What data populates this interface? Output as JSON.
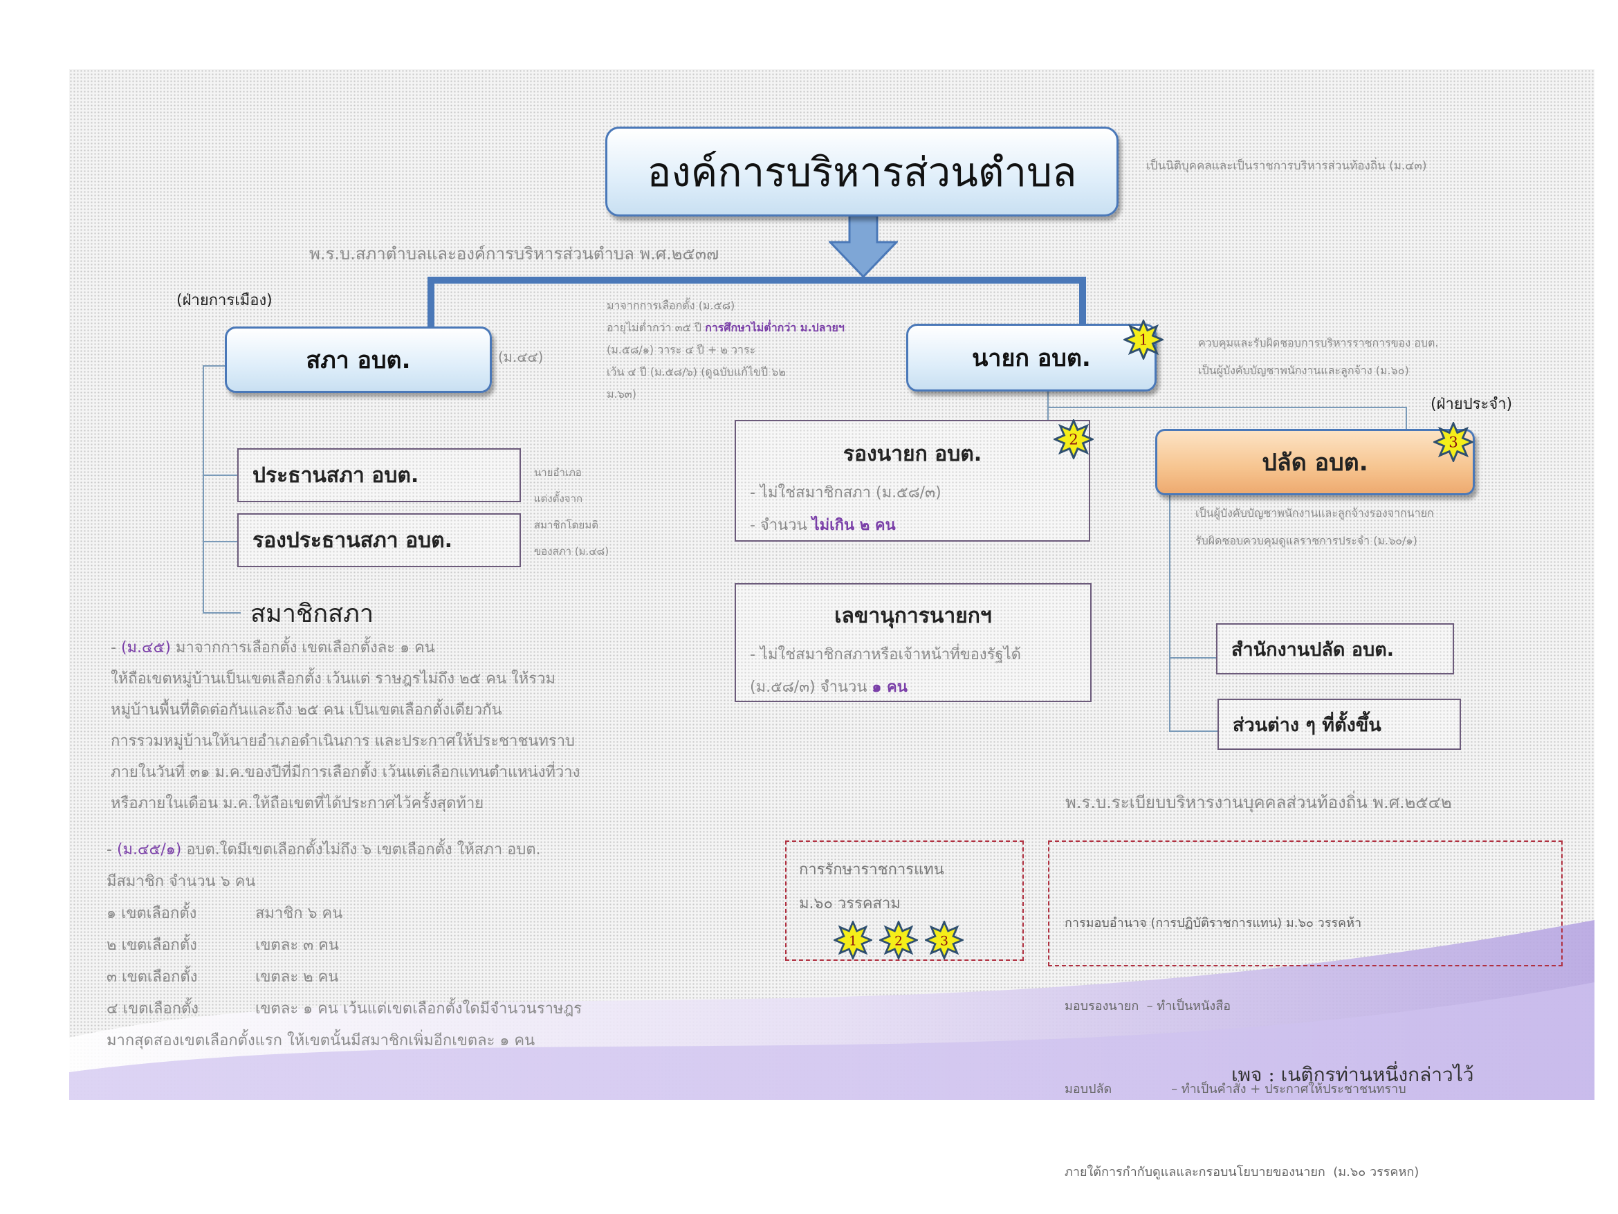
{
  "title": "องค์การบริหารส่วนตำบล",
  "title_note": "เป็นนิติบุคคลและเป็นราชการบริหารส่วนท้องถิ่น (ม.๔๓)",
  "act_1": "พ.ร.บ.สภาตำบลและองค์การบริหารส่วนตำบล  พ.ศ.๒๕๓๗",
  "political_label": "(ฝ่ายการเมือง)",
  "permanent_label": "(ฝ่ายประจำ)",
  "council": {
    "label": "สภา อบต.",
    "section": "(ม.๔๔)"
  },
  "chairman": "ประธานสภา  อบต.",
  "vice_chairman": "รองประธานสภา  อบต.",
  "chairman_note": [
    "นายอำเภอ",
    "แต่งตั้งจาก",
    "สมาชิกโดยมติ",
    "ของสภา (ม.๔๘)"
  ],
  "members": "สมาชิกสภา",
  "mayor": {
    "label": "นายก อบต.",
    "badge": "1",
    "notes_left": [
      "มาจากการเลือกตั้ง (ม.๕๘)",
      "อายุไม่ต่ำกว่า ๓๕ ปี ",
      "การศึกษาไม่ต่ำกว่า ม.ปลายฯ",
      " (ม.๕๘/๑) วาระ ๔ ปี + ๒ วาระ",
      "เว้น ๔ ปี (ม.๕๘/๖) (ดูฉบับแก้ไขปี ๖๒",
      "ม.๖๓)"
    ],
    "notes_right": [
      "ควบคุมและรับผิดชอบการบริหารราชการของ อบต.",
      "เป็นผู้บังคับบัญชาพนักงานและลูกจ้าง (ม.๖๐)"
    ]
  },
  "deputy": {
    "label": "รองนายก อบต.",
    "badge": "2",
    "line1": "- ไม่ใช่สมาชิกสภา (ม.๕๘/๓)",
    "line2_prefix": "- จำนวน ",
    "line2_highlight": "ไม่เกิน ๒ คน"
  },
  "secretary": {
    "label": "เลขานุการนายกฯ",
    "line1": "- ไม่ใช่สมาชิกสภาหรือเจ้าหน้าที่ของรัฐได้",
    "line2_prefix": "(ม.๕๘/๓) จำนวน  ",
    "line2_highlight": "๑ คน"
  },
  "clerk": {
    "label": "ปลัด อบต.",
    "badge": "3",
    "notes": [
      "เป็นผู้บังคับบัญชาพนักงานและลูกจ้างรองจากนายก",
      "รับผิดชอบควบคุมดูแลราชการประจำ (ม.๖๐/๑)"
    ]
  },
  "clerk_office": "สำนักงานปลัด  อบต.",
  "divisions": "ส่วนต่าง ๆ ที่ตั้งขึ้น",
  "act_2": "พ.ร.บ.ระเบียบบริหารงานบุคคลส่วนท้องถิ่น  พ.ศ.๒๕๔๒",
  "members_para1": {
    "highlight": "(ม.๔๕)",
    "lines": [
      " มาจากการเลือกตั้ง เขตเลือกตั้งละ ๑ คน",
      "ให้ถือเขตหมู่บ้านเป็นเขตเลือกตั้ง เว้นแต่ ราษฎรไม่ถึง ๒๕ คน ให้รวม",
      "หมู่บ้านพื้นที่ติดต่อกันและถึง ๒๕ คน เป็นเขตเลือกตั้งเดียวกัน",
      "การรวมหมู่บ้านให้นายอำเภอดำเนินการ และประกาศให้ประชาชนทราบ",
      "ภายในวันที่ ๓๑ ม.ค.ของปีที่มีการเลือกตั้ง เว้นแต่เลือกแทนตำแหน่งที่ว่าง",
      "หรือภายในเดือน ม.ค.ให้ถือเขตที่ได้ประกาศไว้ครั้งสุดท้าย"
    ]
  },
  "members_para2": {
    "highlight": "(ม.๔๕/๑)",
    "first": " อบต.ใดมีเขตเลือกตั้งไม่ถึง ๖ เขตเลือกตั้ง ให้สภา อบต.",
    "second": "มีสมาชิก จำนวน ๖ คน",
    "rows": [
      {
        "k": "๑ เขตเลือกตั้ง",
        "v": "สมาชิก ๖ คน"
      },
      {
        "k": "๒ เขตเลือกตั้ง",
        "v": "เขตละ ๓ คน"
      },
      {
        "k": "๓ เขตเลือกตั้ง",
        "v": "เขตละ ๒ คน"
      },
      {
        "k": "๔ เขตเลือกตั้ง",
        "v": "เขตละ ๑ คน เว้นแต่เขตเลือกตั้งใดมีจำนวนราษฎร"
      }
    ],
    "last": "มากสุดสองเขตเลือกตั้งแรก  ให้เขตนั้นมีสมาชิกเพิ่มอีกเขตละ  ๑ คน"
  },
  "acting": {
    "line1": "การรักษาราชการแทน",
    "line2": "ม.๖๐ วรรคสาม",
    "badges": [
      "1",
      "2",
      "3"
    ]
  },
  "delegation": {
    "lines": [
      "การมอบอำนาจ (การปฏิบัติราชการแทน) ม.๖๐ วรรคห้า",
      "มอบรองนายก  – ทำเป็นหนังสือ",
      "มอบปลัด               – ทำเป็นคำสั่ง + ประกาศให้ประชาชนทราบ",
      "ภายใต้การกำกับดูแลและกรอบนโยบายของนายก  (ม.๖๐ วรรคหก)"
    ]
  },
  "footer": "เพจ : เนติกรท่านหนึ่งกล่าวไว้",
  "colors": {
    "accent_blue": "#4a78b8",
    "highlight_purple": "#7a3fa8",
    "clerk_orange": "#f6c48f",
    "badge_yellow": "#f5ee1a"
  }
}
